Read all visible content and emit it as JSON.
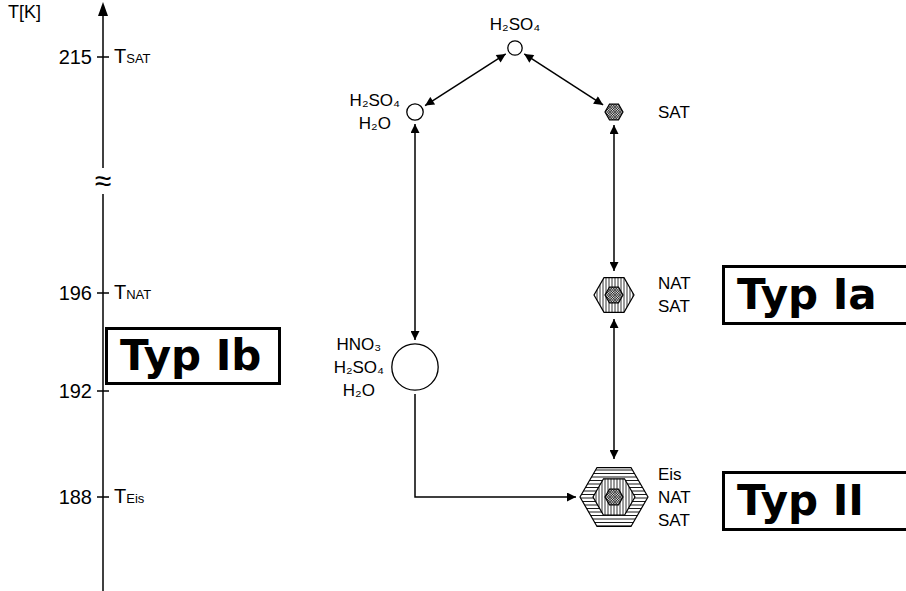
{
  "diagram": {
    "nodes": [
      {
        "text": [
          "H₂SO₄"
        ]
      },
      {
        "text": [
          "H₂SO₄ H₂O"
        ]
      },
      {
        "text": [
          "SAT"
        ]
      },
      {
        "text": [
          "NAT SAT"
        ]
      },
      {
        "text": [
          "Typ Ia"
        ]
      },
      {
        "text": [
          "Typ Ib"
        ]
      },
      {
        "text": [
          "HNO₃ H₂SO₄ H₂O"
        ]
      },
      {
        "text": [
          "Eis NAT SAT"
        ]
      },
      {
        "text": [
          "Typ II"
        ]
      }
    ],
    "edges": [
      {
        "from": 0,
        "to": 1,
        "arrow": "both"
      },
      {
        "from": 0,
        "to": 2,
        "arrow": "both"
      },
      {
        "from": 1,
        "to": 6,
        "arrow": "both"
      },
      {
        "from": 2,
        "to": 3,
        "arrow": "both"
      },
      {
        "from": 3,
        "to": 7,
        "arrow": "both"
      },
      {
        "from": 6,
        "to": 7,
        "arrow": "to"
      }
    ],
    "labels": [
      "T[K]",
      "215",
      "TSAT",
      "≈",
      "196",
      "TNAT",
      "192",
      "188",
      "TEis"
    ]
  }
}
